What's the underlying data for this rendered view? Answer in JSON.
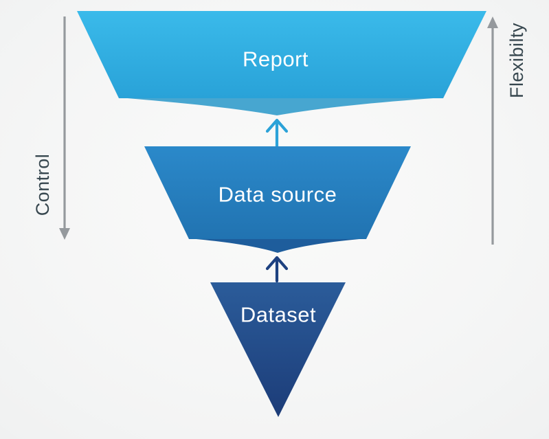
{
  "background": {
    "color": "#F0F1F1",
    "center_glow": "#FBFBFA"
  },
  "funnel": {
    "text_color": "#FFFFFF",
    "levels": [
      {
        "id": "report",
        "label": "Report",
        "color_top": "#3ABAEA",
        "color_bottom": "#29A2D8",
        "flap_color": "#47A6D0"
      },
      {
        "id": "data-source",
        "label": "Data source",
        "color_top": "#2B89CA",
        "color_bottom": "#2173B1",
        "flap_color": "#1E5D9C"
      },
      {
        "id": "dataset",
        "label": "Dataset",
        "color_top": "#2B5C9A",
        "color_bottom": "#1C3C78"
      }
    ],
    "arrows": [
      {
        "id": "datasource-to-report",
        "color": "#2BA2D8"
      },
      {
        "id": "dataset-to-datasource",
        "color": "#1D4180"
      }
    ]
  },
  "side_labels": {
    "arrow_color": "#95999D",
    "text_color": "#37474F",
    "left": {
      "label": "Control",
      "arrow_direction": "down"
    },
    "right": {
      "label": "Flexibilty",
      "arrow_direction": "up"
    }
  }
}
